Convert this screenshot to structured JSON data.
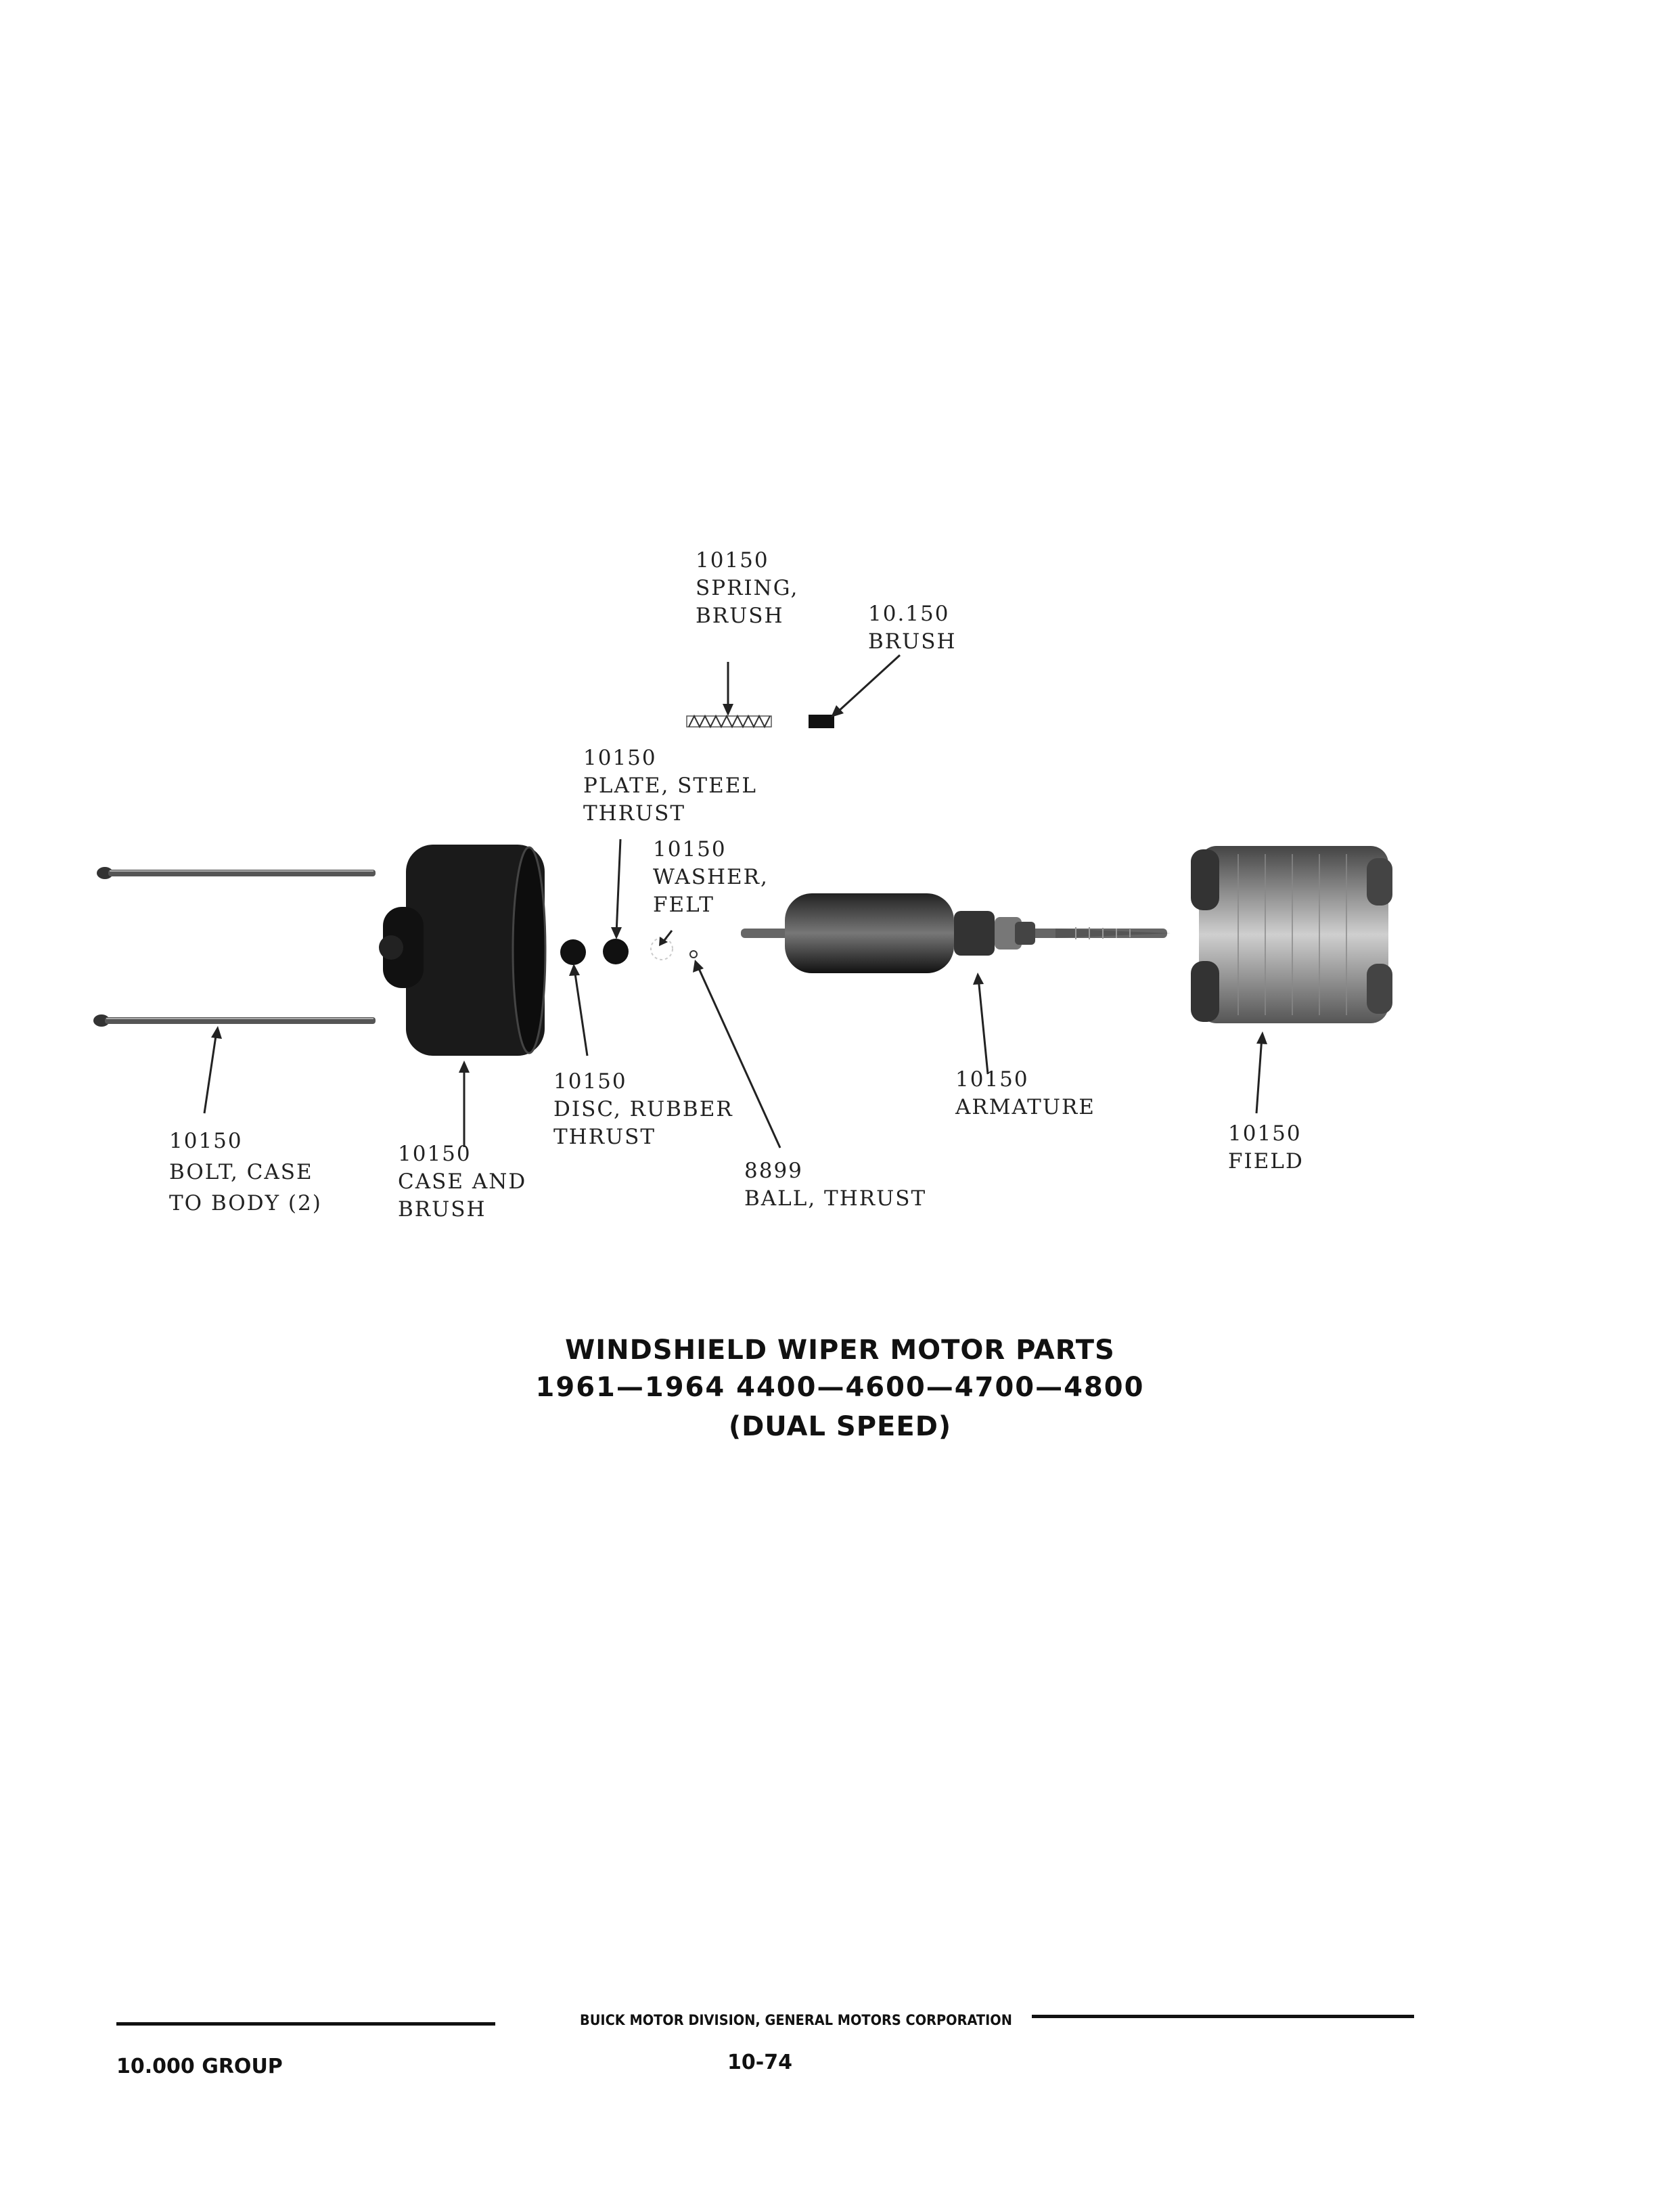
{
  "labels": {
    "spring_brush": [
      "10150",
      "SPRING,",
      "BRUSH"
    ],
    "brush": [
      "10.150",
      "BRUSH"
    ],
    "plate_steel_thrust": [
      "10150",
      "PLATE, STEEL",
      "THRUST"
    ],
    "washer_felt": [
      "10150",
      "WASHER,",
      "FELT"
    ],
    "disc_rubber_thrust": [
      "10150",
      "DISC, RUBBER",
      "THRUST"
    ],
    "armature": [
      "10150",
      "ARMATURE"
    ],
    "field": [
      "10150",
      "FIELD"
    ],
    "bolt_case": [
      "10150",
      "BOLT, CASE",
      "TO BODY (2)"
    ],
    "case_and_brush": [
      "10150",
      "CASE AND",
      "BRUSH"
    ],
    "ball_thrust": [
      "8899",
      "BALL, THRUST"
    ]
  },
  "caption": {
    "line1": "WINDSHIELD WIPER MOTOR PARTS",
    "line2": "1961—1964  4400—4600—4700—4800",
    "line3": "(DUAL SPEED)"
  },
  "footer": {
    "division": "BUICK MOTOR DIVISION, GENERAL MOTORS CORPORATION",
    "group": "10.000 GROUP",
    "page_number": "10-74"
  }
}
